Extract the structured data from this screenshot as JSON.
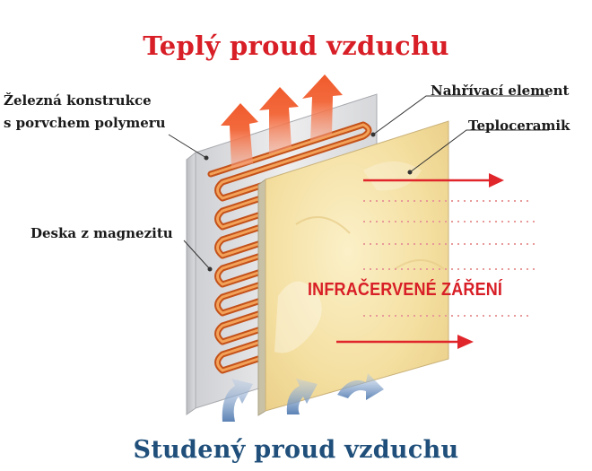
{
  "title_top": "Teplý proud vzduchu",
  "title_bottom": "Studený proud vzduchu",
  "labels": {
    "iron_line1": "Železná konstrukce",
    "iron_line2": "s porvchem polymeru",
    "heating_element": "Nahřívací element",
    "teploceramik": "Teploceramik",
    "magnesite": "Deska z magnezitu",
    "infrared": "INFRAČERVENÉ ZÁŘENÍ"
  },
  "colors": {
    "warm_title": "#d81e26",
    "cold_title": "#1f4f7a",
    "warm_arrow": "#f26a3d",
    "cold_arrow": "#7d9fc9",
    "heating_wire": "#e8772a",
    "ceramic": "#f5e4a6",
    "magnesite_board": "#e6e6e8",
    "ir_arrow": "#e0252b"
  },
  "icons": [
    "warm-air-arrow-icon",
    "cold-air-arrow-icon",
    "infrared-arrow-icon"
  ]
}
